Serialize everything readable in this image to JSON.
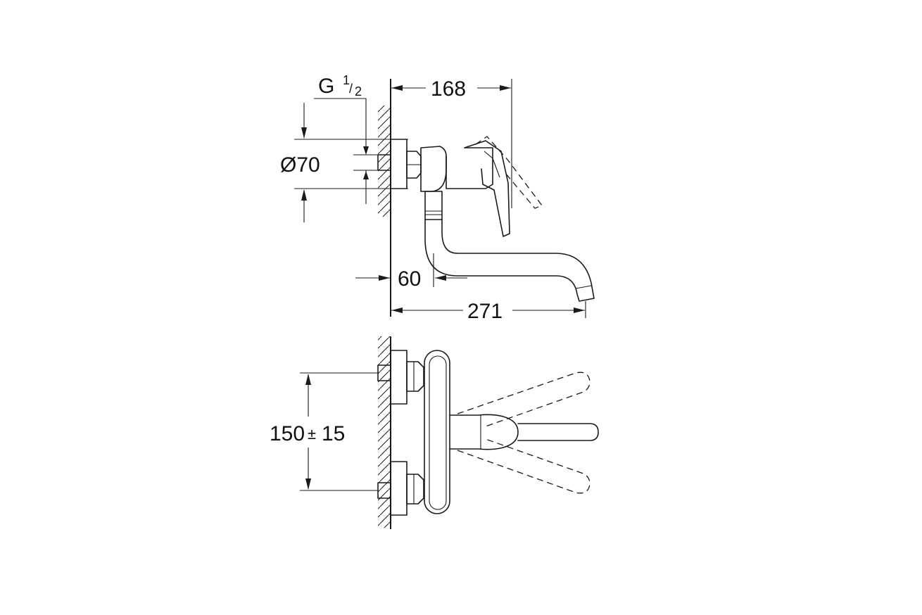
{
  "dimensions": {
    "width_168": "168",
    "thread_main": "G",
    "thread_num": "1",
    "thread_den": "2",
    "diameter": "Ø70",
    "offset_60": "60",
    "length_271": "271",
    "spacing_main": "150",
    "spacing_pm": "±",
    "spacing_tol": "15"
  }
}
